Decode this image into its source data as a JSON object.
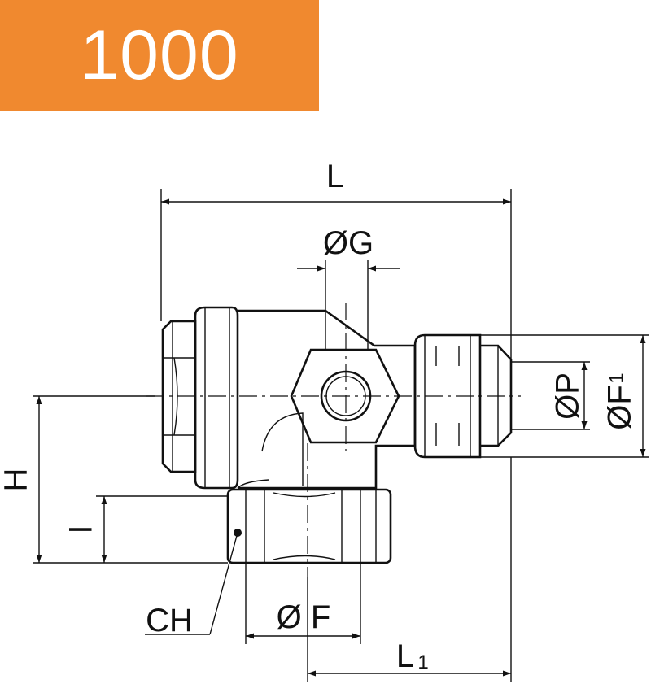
{
  "badge": {
    "code": "1000",
    "color": "#f0892f"
  },
  "dimensions": {
    "L": "L",
    "G": "ØG",
    "P": "ØP",
    "F1_main": "ØF",
    "F1_sub": "1",
    "H": "H",
    "I": "I",
    "CH": "CH",
    "F": "Ø F",
    "L1_main": "L",
    "L1_sub": "1"
  }
}
